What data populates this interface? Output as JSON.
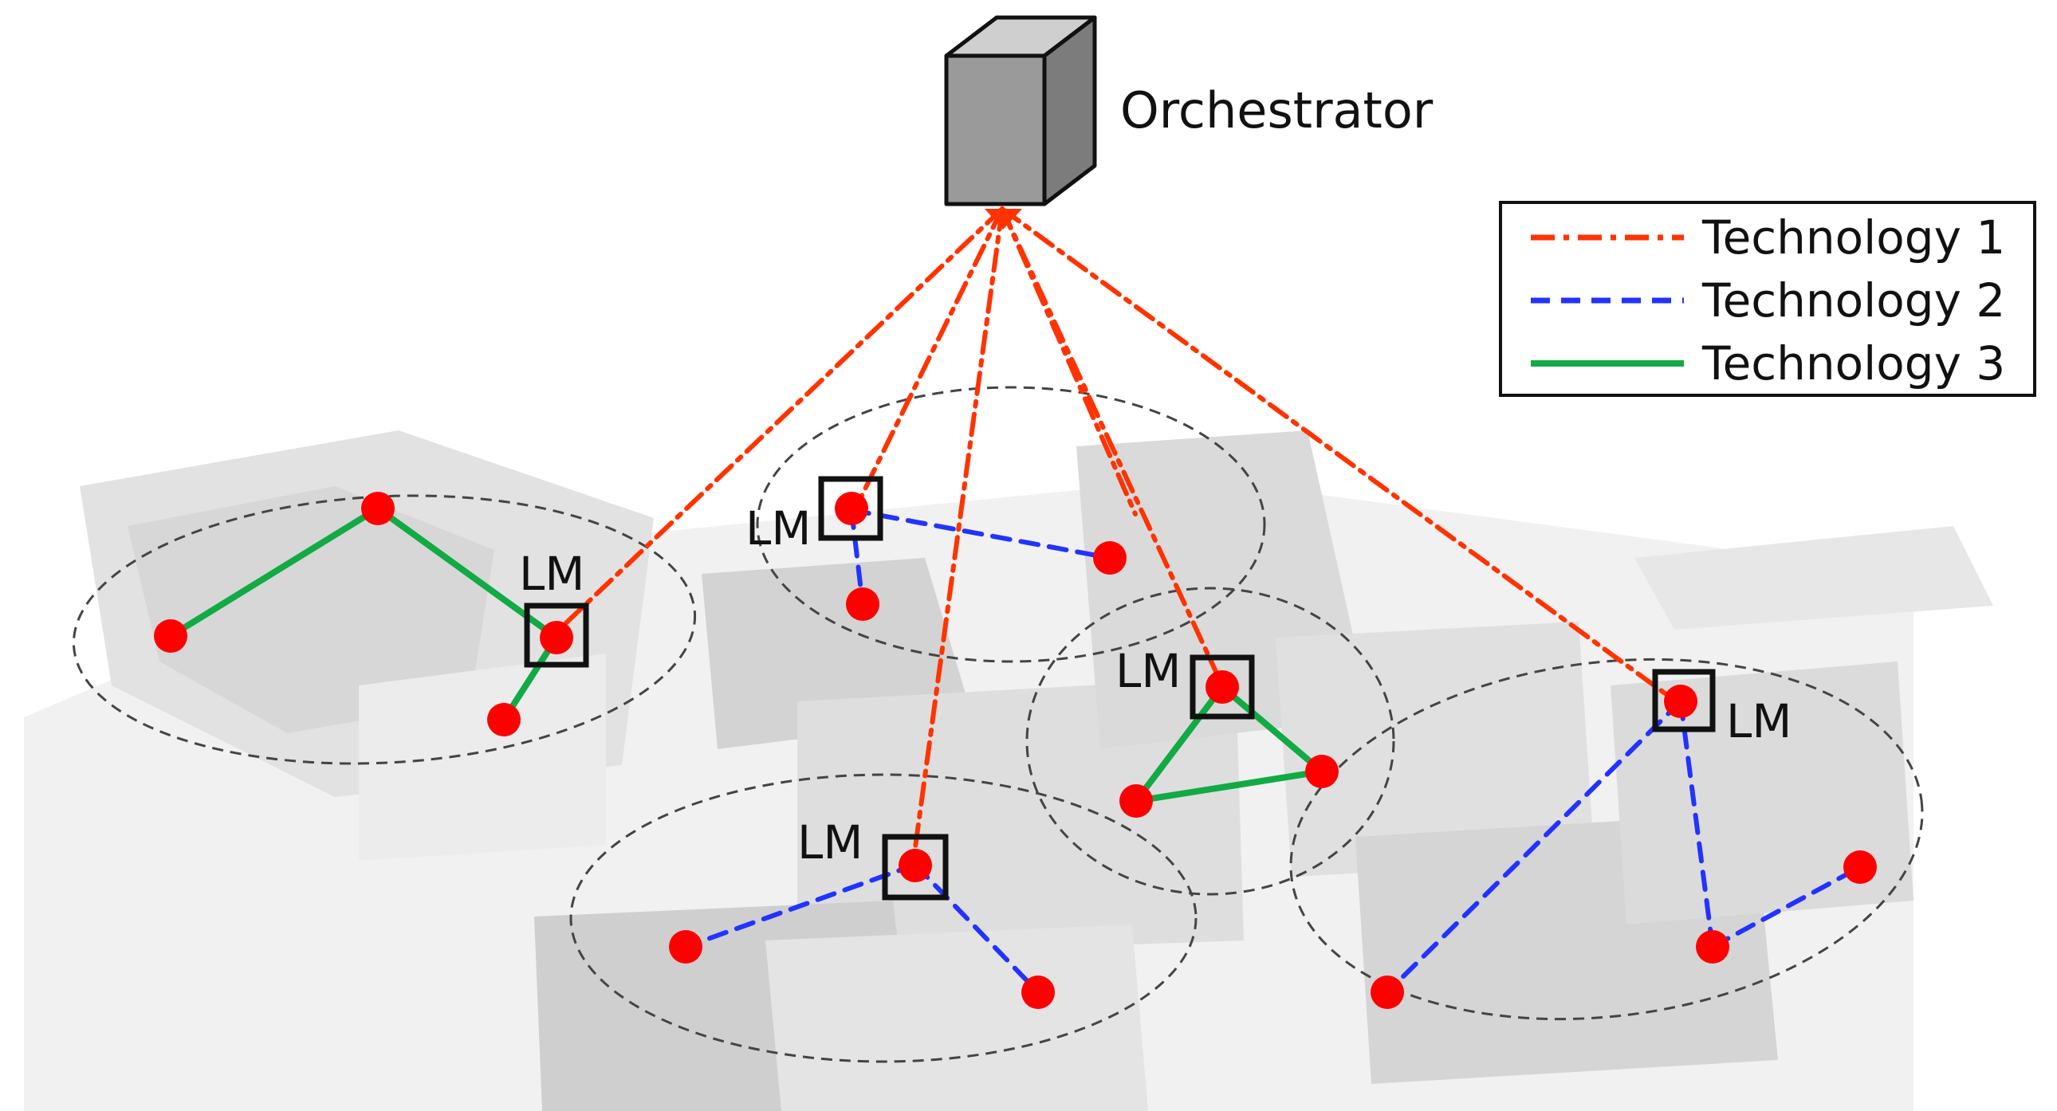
{
  "orchestrator": {
    "label": "Orchestrator"
  },
  "local_manager_label": "LM",
  "legend": {
    "items": [
      {
        "label": "Technology 1",
        "color": "#ff3300",
        "style": "dash-dot"
      },
      {
        "label": "Technology 2",
        "color": "#2233ff",
        "style": "dashed"
      },
      {
        "label": "Technology 3",
        "color": "#11aa44",
        "style": "solid"
      }
    ]
  },
  "colors": {
    "node": "#ff0000",
    "cluster_outline": "#444444",
    "orchestrator_front": "#9a9a9a",
    "orchestrator_top": "#cfcfcf",
    "orchestrator_side": "#7c7c7c",
    "background": "#e6e6e6"
  },
  "clusters": [
    {
      "id": "left",
      "technology": 3,
      "has_lm_label": true
    },
    {
      "id": "top-middle",
      "technology": 2,
      "has_lm_label": true
    },
    {
      "id": "center",
      "technology": 3,
      "has_lm_label": true
    },
    {
      "id": "bottom",
      "technology": 2,
      "has_lm_label": true
    },
    {
      "id": "right",
      "technology": 2,
      "has_lm_label": true
    }
  ]
}
